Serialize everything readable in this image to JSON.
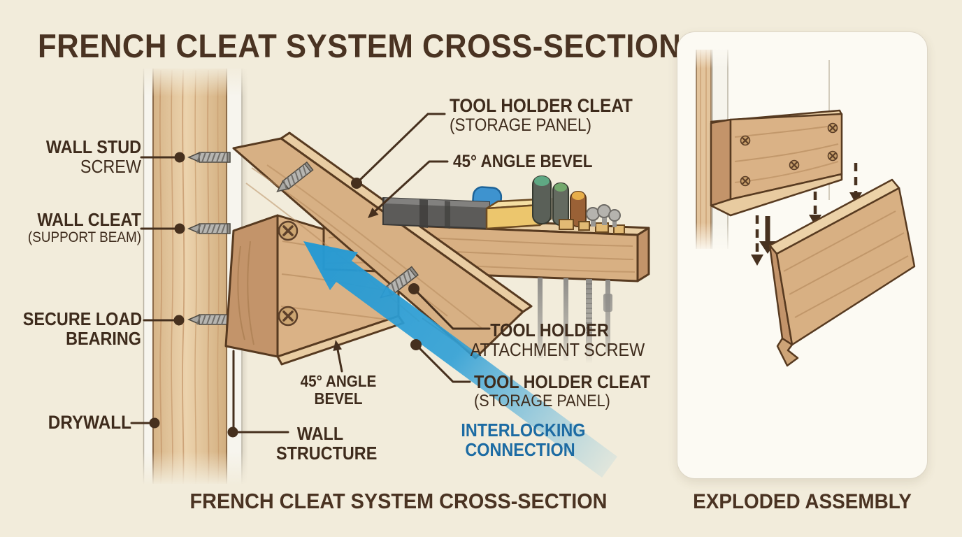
{
  "page": {
    "background": "#f2ecdb",
    "title": "FRENCH CLEAT SYSTEM CROSS-SECTION"
  },
  "colors": {
    "heading_text": "#4a3322",
    "label_text": "#3e2b1c",
    "accent_blue_text": "#1c6ba3",
    "arrow_blue": "#2aa0d8",
    "leader_brown": "#46301e",
    "wood_light": "#e6c9a1",
    "wood_mid": "#d8b083",
    "panel_background": "#fcfaf3"
  },
  "main_diagram": {
    "caption": "FRENCH CLEAT SYSTEM CROSS-SECTION",
    "labels": {
      "wall_stud_screw": {
        "line1": "WALL STUD",
        "line2": "SCREW"
      },
      "wall_cleat": {
        "line1": "WALL CLEAT",
        "line2": "(SUPPORT BEAM)"
      },
      "secure_load_bearing": {
        "line1": "SECURE LOAD",
        "line2": "BEARING"
      },
      "drywall": {
        "line1": "DRYWALL"
      },
      "tool_holder_cleat_top": {
        "line1": "TOOL HOLDER CLEAT",
        "line2": "(STORAGE PANEL)"
      },
      "angle_bevel_top": {
        "line1": "45° ANGLE BEVEL"
      },
      "tool_holder_attachment_screw": {
        "line1": "TOOL HOLDER",
        "line2": "ATTACHMENT SCREW"
      },
      "tool_holder_cleat_bottom": {
        "line1": "TOOL HOLDER CLEAT",
        "line2": "(STORAGE PANEL)"
      },
      "angle_bevel_bottom": {
        "line1": "45° ANGLE",
        "line2": "BEVEL"
      },
      "wall_structure": {
        "line1": "WALL",
        "line2": "STRUCTURE"
      },
      "interlocking_connection": {
        "line1": "INTERLOCKING",
        "line2": "CONNECTION"
      }
    }
  },
  "exploded_panel": {
    "caption": "EXPLODED ASSEMBLY"
  }
}
